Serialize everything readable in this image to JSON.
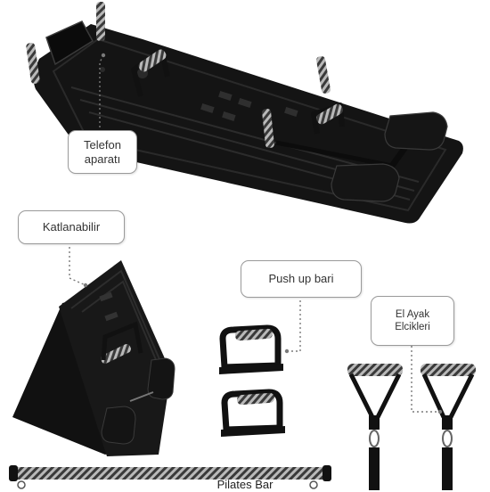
{
  "callouts": {
    "phone_holder": {
      "line1": "Telefon",
      "line2": "aparatı"
    },
    "foldable": {
      "label": "Katlanabilir"
    },
    "push_up_bar": {
      "label": "Push up bari"
    },
    "hand_foot_grips": {
      "line1": "El Ayak",
      "line2": "Elcikleri"
    }
  },
  "caption": {
    "pilates_bar": "Pilates Bar"
  },
  "colors": {
    "product": "#141414",
    "grip_dark": "#3a3a3a",
    "grip_light": "#b9b9b9",
    "connector": "#444444",
    "callout_border": "#9a9a9a",
    "text": "#333333"
  }
}
